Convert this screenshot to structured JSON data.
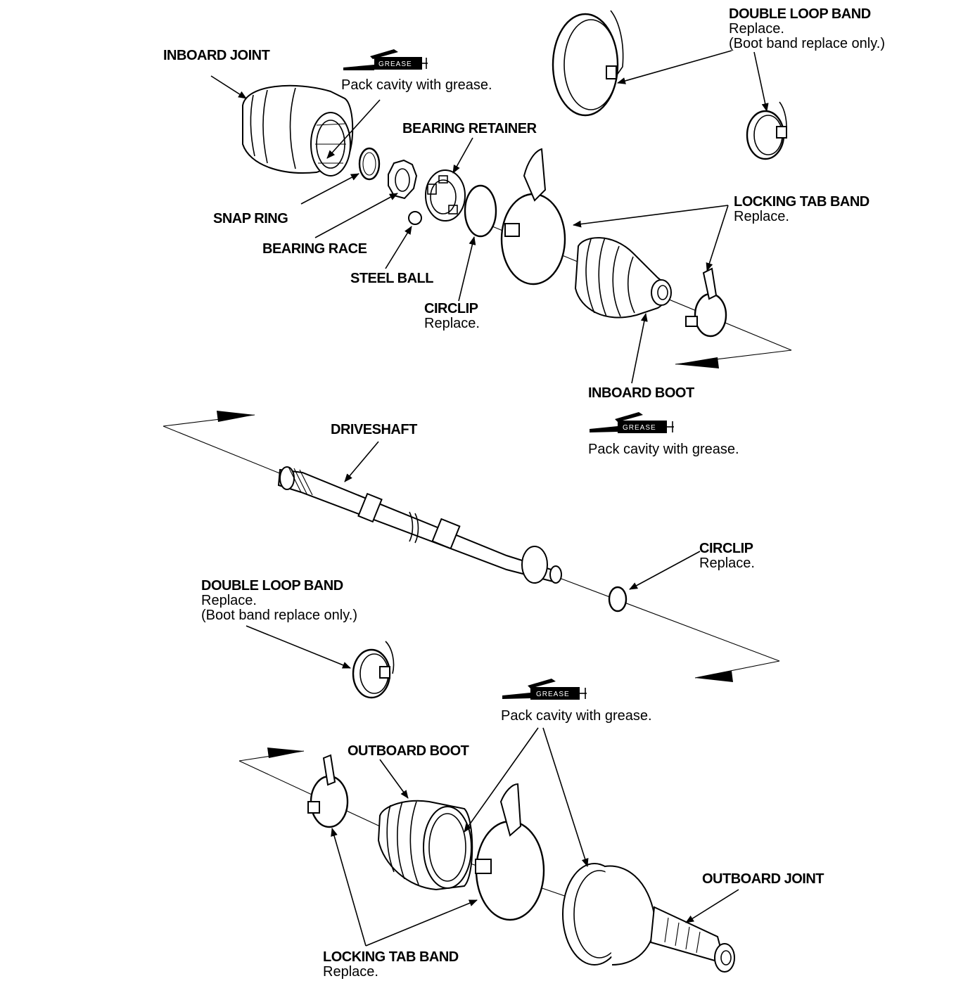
{
  "labels": {
    "inboard_joint": {
      "title": "INBOARD JOINT"
    },
    "double_loop_band_top": {
      "title": "DOUBLE LOOP BAND",
      "line1": "Replace.",
      "line2": "(Boot band replace only.)"
    },
    "bearing_retainer": {
      "title": "BEARING RETAINER"
    },
    "snap_ring": {
      "title": "SNAP RING"
    },
    "bearing_race": {
      "title": "BEARING RACE"
    },
    "steel_ball": {
      "title": "STEEL BALL"
    },
    "circlip_top": {
      "title": "CIRCLIP",
      "line1": "Replace."
    },
    "locking_tab_band_top": {
      "title": "LOCKING TAB BAND",
      "line1": "Replace."
    },
    "inboard_boot": {
      "title": "INBOARD BOOT"
    },
    "driveshaft": {
      "title": "DRIVESHAFT"
    },
    "circlip_mid": {
      "title": "CIRCLIP",
      "line1": "Replace."
    },
    "double_loop_band_bottom": {
      "title": "DOUBLE LOOP BAND",
      "line1": "Replace.",
      "line2": "(Boot band replace only.)"
    },
    "outboard_boot": {
      "title": "OUTBOARD BOOT"
    },
    "outboard_joint": {
      "title": "OUTBOARD JOINT"
    },
    "locking_tab_band_bottom": {
      "title": "LOCKING TAB BAND",
      "line1": "Replace."
    }
  },
  "grease_notes": {
    "badge_text": "GREASE",
    "instruction": "Pack cavity with grease."
  }
}
